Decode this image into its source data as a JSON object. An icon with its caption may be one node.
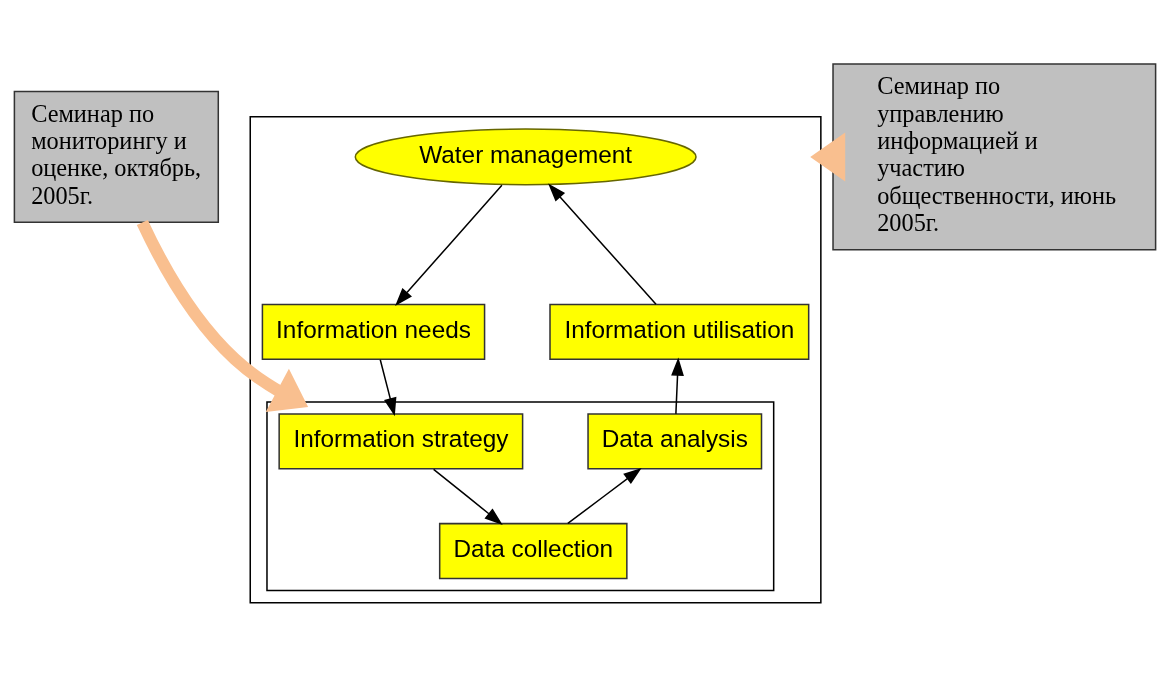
{
  "diagram": {
    "nodes": [
      {
        "text": [],
        "shape": "box"
      },
      {
        "text": [
          "Water management"
        ],
        "in": 0
      },
      {
        "text": [
          "Information needs"
        ],
        "in": 0
      },
      {
        "text": [
          "Information utilisation"
        ],
        "in": 0
      },
      {
        "text": [],
        "shape": "box",
        "in": 0
      },
      {
        "text": [
          "Information strategy"
        ],
        "in": 4
      },
      {
        "text": [
          "Data analysis"
        ],
        "in": 4
      },
      {
        "text": [
          "Data collection"
        ],
        "in": 4
      },
      {
        "text": [
          "Семинар по управлению информацией и участию общественности, июнь 2005г."
        ]
      },
      {
        "text": [
          "Семинар по мониторингу и оценке, октябрь, 2005г."
        ]
      }
    ],
    "edges": [
      {
        "from": 1,
        "to": 2,
        "arrow": "to"
      },
      {
        "from": 2,
        "to": 5,
        "arrow": "to"
      },
      {
        "from": 5,
        "to": 7,
        "arrow": "to"
      },
      {
        "from": 7,
        "to": 6,
        "arrow": "to"
      },
      {
        "from": 6,
        "to": 3,
        "arrow": "to"
      },
      {
        "from": 3,
        "to": 1,
        "arrow": "to"
      },
      {
        "from": 8,
        "to": 0,
        "arrow": "to",
        "style": "thick",
        "color": "#f9bf8f"
      },
      {
        "from": 9,
        "to": 4,
        "arrow": "to",
        "style": "thick",
        "color": "#f9bf8f"
      }
    ]
  }
}
